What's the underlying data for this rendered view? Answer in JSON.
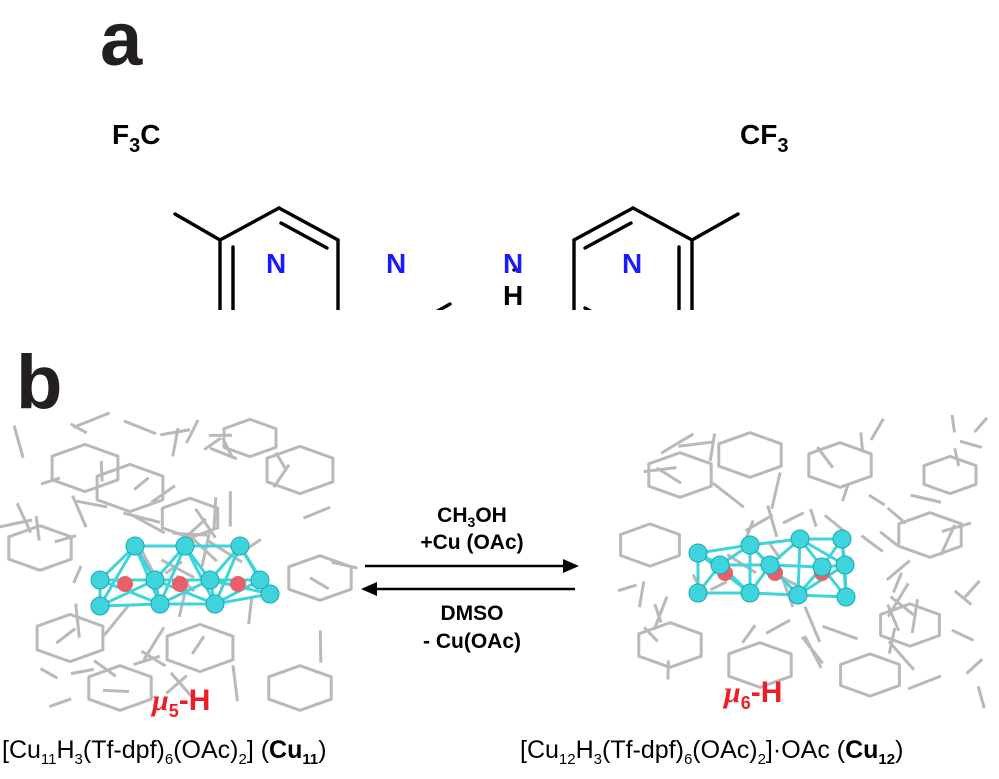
{
  "panels": {
    "a_label": "a",
    "b_label": "b"
  },
  "molecule": {
    "left_group": {
      "main": "F",
      "sub": "3",
      "tail": "C"
    },
    "right_group": {
      "main": "CF",
      "sub": "3"
    },
    "atom_n": "N",
    "atom_h": "H",
    "bond_color": "#000000",
    "nitrogen_color": "#1a1aff"
  },
  "reaction": {
    "forward_line1": {
      "a": "CH",
      "sub": "3",
      "b": "OH"
    },
    "forward_line2": "+Cu (OAc)",
    "reverse_line1": "DMSO",
    "reverse_line2": "- Cu(OAc)"
  },
  "clusters": {
    "left_mu": {
      "symbol": "μ",
      "sub": "5",
      "rest": "-H"
    },
    "right_mu": {
      "symbol": "μ",
      "sub": "6",
      "rest": "-H"
    },
    "left_formula": {
      "p1": "[Cu",
      "s1": "11",
      "p2": "H",
      "s2": "3",
      "p3": "(Tf-dpf)",
      "s3": "6",
      "p4": "(OAc)",
      "s4": "2",
      "p5": "] (",
      "bold": "Cu",
      "bold_sub": "11",
      "p6": ")"
    },
    "right_formula": {
      "p1": "[Cu",
      "s1": "12",
      "p2": "H",
      "s2": "3",
      "p3": "(Tf-dpf)",
      "s3": "6",
      "p4": "(OAc)",
      "s4": "2",
      "p5": "]·OAc (",
      "bold": "Cu",
      "bold_sub": "12",
      "p6": ")"
    },
    "copper_color": "#3fd3dc",
    "hydride_color": "#e8606a",
    "ligand_color": "#b9b9b9"
  }
}
